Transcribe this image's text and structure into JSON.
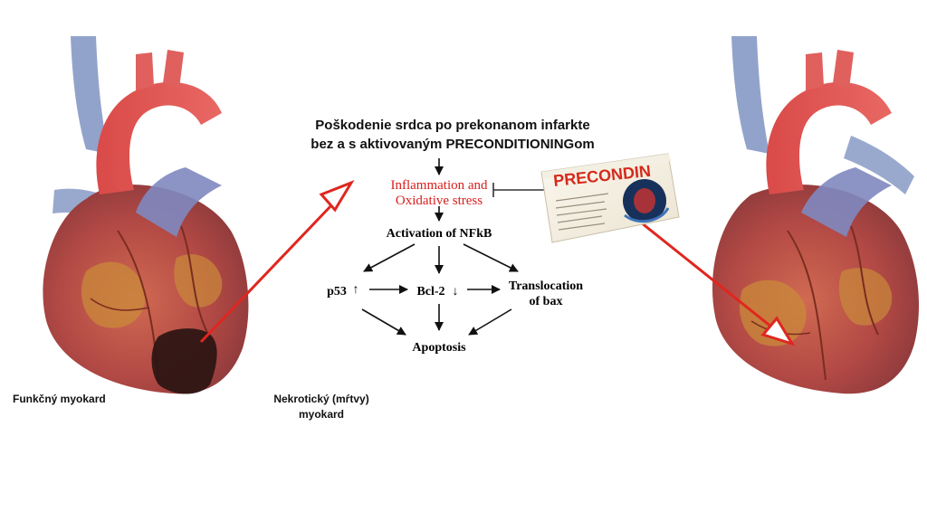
{
  "title": {
    "line1": "Poškodenie srdca po prekonanom infarkte",
    "line2": "bez a s aktivovaným PRECONDITIONINGom"
  },
  "captions": {
    "functional": "Funkčný myokard",
    "necrotic_line1": "Nekrotický (mŕtvy)",
    "necrotic_line2": "myokard"
  },
  "pathway": {
    "inflammation_line1": "Inflammation and",
    "inflammation_line2": "Oxidative stress",
    "nfkb": "Activation of NFkB",
    "p53": "p53",
    "p53_dir": "↑",
    "bcl2": "Bcl-2",
    "bcl2_dir": "↓",
    "translocation_line1": "Translocation",
    "translocation_line2": "of bax",
    "apoptosis": "Apoptosis"
  },
  "product": {
    "brand": "PRECONDIN"
  },
  "colors": {
    "arrow_red": "#e0261f",
    "heart_red": "#b8413f",
    "heart_vessel_blue": "#6f86b8",
    "necrosis": "#2a1512"
  }
}
